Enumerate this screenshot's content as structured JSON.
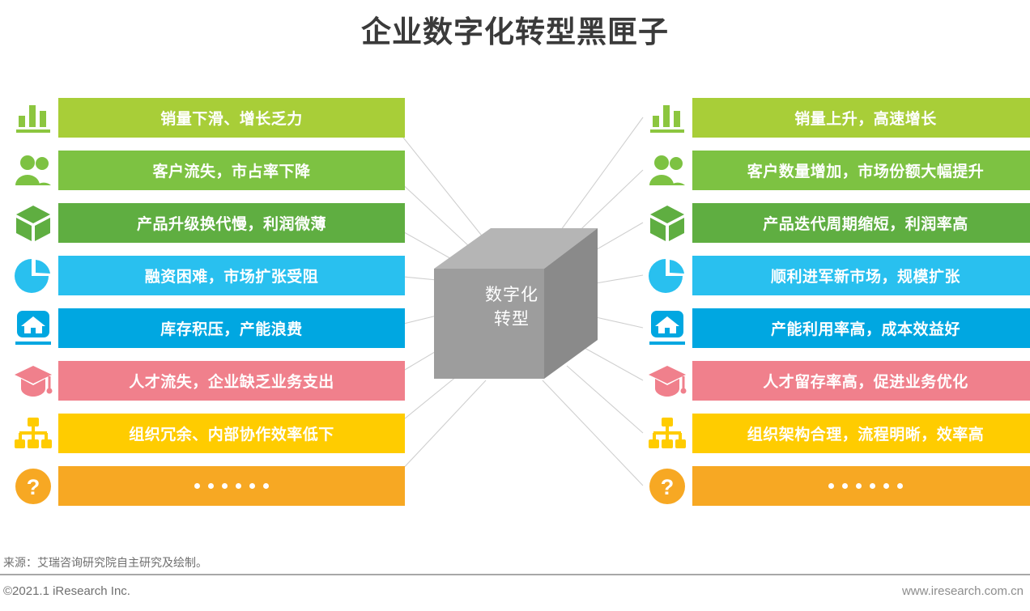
{
  "title": "企业数字化转型黑匣子",
  "center": {
    "line1": "数字化",
    "line2": "转型",
    "face_front_color": "#9d9d9d",
    "face_top_color": "#b5b5b5",
    "face_side_color": "#8a8a8a"
  },
  "left_column": {
    "items": [
      {
        "icon": "bar-chart-icon",
        "label": "销量下滑、增长乏力",
        "color": "#a8ce38",
        "icon_color": "#8cc63f"
      },
      {
        "icon": "people-icon",
        "label": "客户流失，市占率下降",
        "color": "#7dc242",
        "icon_color": "#7dc242"
      },
      {
        "icon": "cube-icon",
        "label": "产品升级换代慢，利润微薄",
        "color": "#5fae41",
        "icon_color": "#5fae41"
      },
      {
        "icon": "pie-chart-icon",
        "label": "融资困难，市场扩张受阻",
        "color": "#29c0ef",
        "icon_color": "#29c0ef"
      },
      {
        "icon": "home-icon",
        "label": "库存积压，产能浪费",
        "color": "#00a7e1",
        "icon_color": "#00a7e1"
      },
      {
        "icon": "graduation-icon",
        "label": "人才流失，企业缺乏业务支出",
        "color": "#f0808c",
        "icon_color": "#f0808c"
      },
      {
        "icon": "org-chart-icon",
        "label": "组织冗余、内部协作效率低下",
        "color": "#ffcc00",
        "icon_color": "#ffcc00"
      },
      {
        "icon": "question-icon",
        "label": "……",
        "color": "#f7a823",
        "icon_color": "#f7a823",
        "is_ellipsis": true
      }
    ]
  },
  "right_column": {
    "items": [
      {
        "icon": "bar-chart-icon",
        "label": "销量上升，高速增长",
        "color": "#a8ce38",
        "icon_color": "#8cc63f"
      },
      {
        "icon": "people-icon",
        "label": "客户数量增加，市场份额大幅提升",
        "color": "#7dc242",
        "icon_color": "#7dc242"
      },
      {
        "icon": "cube-icon",
        "label": "产品迭代周期缩短，利润率高",
        "color": "#5fae41",
        "icon_color": "#5fae41"
      },
      {
        "icon": "pie-chart-icon",
        "label": "顺利进军新市场，规模扩张",
        "color": "#29c0ef",
        "icon_color": "#29c0ef"
      },
      {
        "icon": "home-icon",
        "label": "产能利用率高，成本效益好",
        "color": "#00a7e1",
        "icon_color": "#00a7e1"
      },
      {
        "icon": "graduation-icon",
        "label": "人才留存率高，促进业务优化",
        "color": "#f0808c",
        "icon_color": "#f0808c"
      },
      {
        "icon": "org-chart-icon",
        "label": "组织架构合理，流程明晰，效率高",
        "color": "#ffcc00",
        "icon_color": "#ffcc00"
      },
      {
        "icon": "question-icon",
        "label": "……",
        "color": "#f7a823",
        "icon_color": "#f7a823",
        "is_ellipsis": true
      }
    ]
  },
  "footer": {
    "source": "来源：艾瑞咨询研究院自主研究及绘制。",
    "copyright": "©2021.1 iResearch Inc.",
    "website": "www.iresearch.com.cn"
  }
}
